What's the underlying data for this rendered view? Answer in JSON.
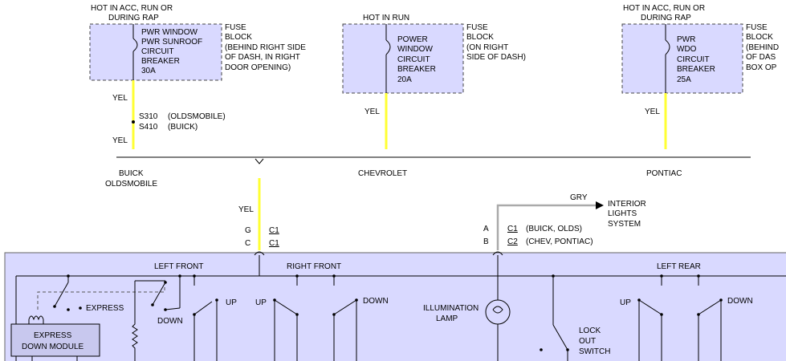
{
  "fuses": [
    {
      "power": [
        "HOT IN ACC, RUN OR",
        "DURING RAP"
      ],
      "breaker": [
        "PWR WINDOW",
        "PWR SUNROOF",
        "CIRCUIT",
        "BREAKER",
        "30A"
      ],
      "location": [
        "FUSE",
        "BLOCK",
        "(BEHIND RIGHT SIDE",
        "OF DASH, IN RIGHT",
        "DOOR OPENING)"
      ]
    },
    {
      "power": [
        "HOT IN RUN"
      ],
      "breaker": [
        "POWER",
        "WINDOW",
        "CIRCUIT",
        "BREAKER",
        "20A"
      ],
      "location": [
        "FUSE",
        "BLOCK",
        "(ON RIGHT",
        "SIDE OF DASH)"
      ]
    },
    {
      "power": [
        "HOT IN ACC, RUN OR",
        "DURING RAP"
      ],
      "breaker": [
        "PWR",
        "WDO",
        "CIRCUIT",
        "BREAKER",
        "25A"
      ],
      "location": [
        "FUSE",
        "BLOCK",
        "(BEHIND",
        "OF DAS",
        "BOX OP"
      ]
    }
  ],
  "wire_colors": {
    "yel": "YEL",
    "gry": "GRY"
  },
  "splice": {
    "s1": "S310",
    "s1_note": "(OLDSMOBILE)",
    "s2": "S410",
    "s2_note": "(BUICK)"
  },
  "vehicles": {
    "buick": "BUICK",
    "oldsmobile": "OLDSMOBILE",
    "chevrolet": "CHEVROLET",
    "pontiac": "PONTIAC"
  },
  "connectors": {
    "left": [
      {
        "pin": "G",
        "conn": "C1"
      },
      {
        "pin": "C",
        "conn": "C1"
      }
    ],
    "right": [
      {
        "pin": "A",
        "conn": "C1",
        "note": "(BUICK, OLDS)"
      },
      {
        "pin": "B",
        "conn": "C2",
        "note": "(CHEV, PONTIAC)"
      }
    ]
  },
  "interior_lights": [
    "INTERIOR",
    "LIGHTS",
    "SYSTEM"
  ],
  "module": {
    "left_front": "LEFT FRONT",
    "right_front": "RIGHT FRONT",
    "left_rear": "LEFT REAR",
    "express": "EXPRESS",
    "down": "DOWN",
    "up": "UP",
    "express_module": [
      "EXPRESS",
      "DOWN MODULE"
    ],
    "illumination": [
      "ILLUMINATION",
      "LAMP"
    ],
    "lockout": [
      "LOCK",
      "OUT",
      "SWITCH"
    ]
  },
  "colors": {
    "yellow_wire": "#ffff33",
    "module_fill": "#d9d9ff",
    "gray_wire": "#aaaaaa"
  }
}
